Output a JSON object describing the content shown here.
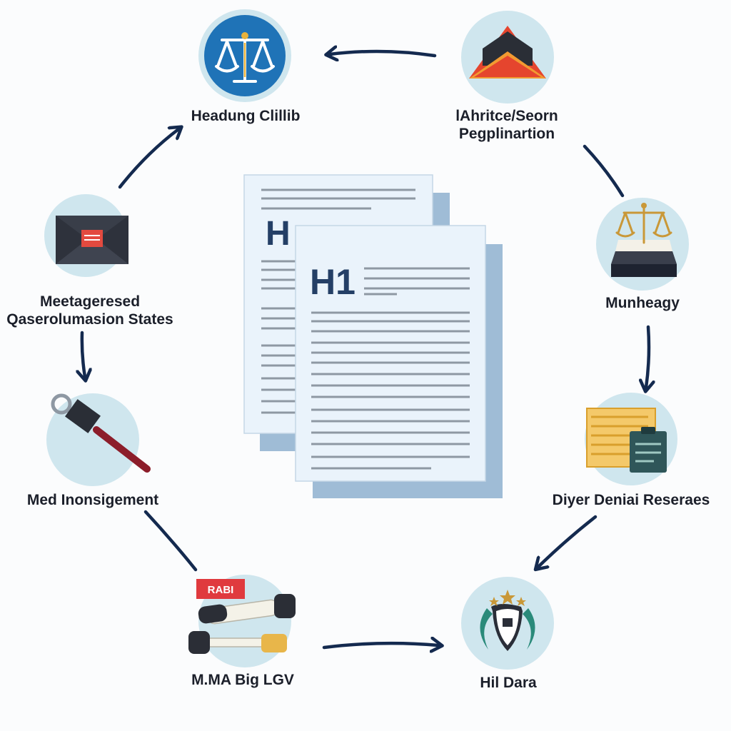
{
  "center": {
    "back_heading": "H",
    "front_heading": "H1"
  },
  "nodes": [
    {
      "id": "justice",
      "icon": "scales-of-justice-icon",
      "label": [
        "Headung Clillib"
      ]
    },
    {
      "id": "search",
      "icon": "open-envelope-icon",
      "label": [
        "lAhritce/Seorn",
        "Pegplinartion"
      ]
    },
    {
      "id": "balance",
      "icon": "balance-on-book-icon",
      "label": [
        "Munheagy"
      ]
    },
    {
      "id": "documents",
      "icon": "document-stack-icon",
      "label": [
        "Diyer Deniai Reseraes"
      ]
    },
    {
      "id": "shield",
      "icon": "shield-emblem-icon",
      "label": [
        "Hil Dara"
      ]
    },
    {
      "id": "tools",
      "icon": "tools-icon",
      "label": [
        "M.MA Big LGV"
      ],
      "badge": "RABI"
    },
    {
      "id": "gavel",
      "icon": "gavel-icon",
      "label": [
        "Med Inonsigement"
      ]
    },
    {
      "id": "envelope",
      "icon": "envelope-icon",
      "label": [
        "Meetageresed",
        "Qaserolumasion States"
      ]
    }
  ],
  "colors": {
    "navy": "#142a4f",
    "circle": "#cfe6ee",
    "page": "#eaf3fb",
    "page_border": "#b9cfe2",
    "page_shadow": "#9fbcd6",
    "heading": "#243f66",
    "lines": "#8e98a3"
  }
}
